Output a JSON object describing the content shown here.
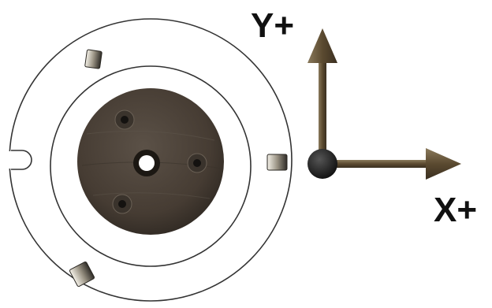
{
  "axes": {
    "y_label": "Y+",
    "x_label": "X+"
  },
  "colors": {
    "background": "#ffffff",
    "outline": "#333333",
    "plate": "#4a4036",
    "arrow": "#6b5a3e",
    "origin": "#151515"
  },
  "parts": {
    "outer_ring": "outer-ring",
    "inner_ring": "inner-ring",
    "plate": "dark-metal-plate",
    "center_hole": "center-hole",
    "screws": 3,
    "pins": 3,
    "notch": "left-notch"
  }
}
